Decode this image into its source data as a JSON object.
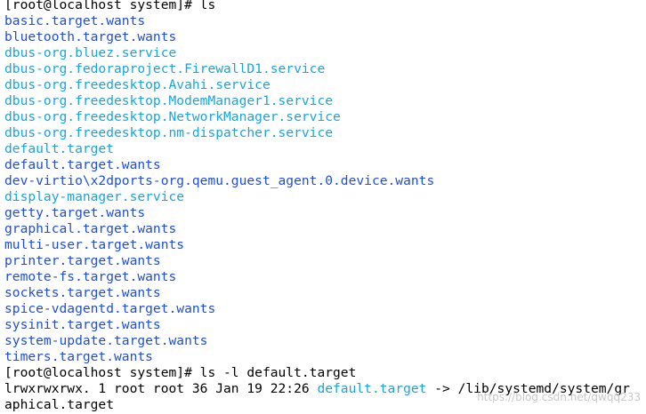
{
  "colors": {
    "background": "#ffffff",
    "text": "#000000",
    "directory": "#1f4fcf",
    "symlink": "#19a6d3",
    "watermark": "#c8c8c8"
  },
  "prompt1": "[root@localhost system]# ls",
  "listing": [
    "basic.target.wants",
    "bluetooth.target.wants",
    "dbus-org.bluez.service",
    "dbus-org.fedoraproject.FirewallD1.service",
    "dbus-org.freedesktop.Avahi.service",
    "dbus-org.freedesktop.ModemManager1.service",
    "dbus-org.freedesktop.NetworkManager.service",
    "dbus-org.freedesktop.nm-dispatcher.service",
    "default.target",
    "default.target.wants",
    "dev-virtio\\x2dports-org.qemu.guest_agent.0.device.wants",
    "display-manager.service",
    "getty.target.wants",
    "graphical.target.wants",
    "multi-user.target.wants",
    "printer.target.wants",
    "remote-fs.target.wants",
    "sockets.target.wants",
    "spice-vdagentd.target.wants",
    "sysinit.target.wants",
    "system-update.target.wants",
    "timers.target.wants"
  ],
  "prompt2": "[root@localhost system]# ls -l default.target",
  "ll": {
    "prefix": "lrwxrwxrwx. 1 root root 36 Jan 19 22:26 ",
    "name": "default.target",
    "arrow": " -> /lib/systemd/system/gr",
    "wrap": "aphical.target"
  },
  "watermark": "https://blog.csdn.net/qwqq233"
}
